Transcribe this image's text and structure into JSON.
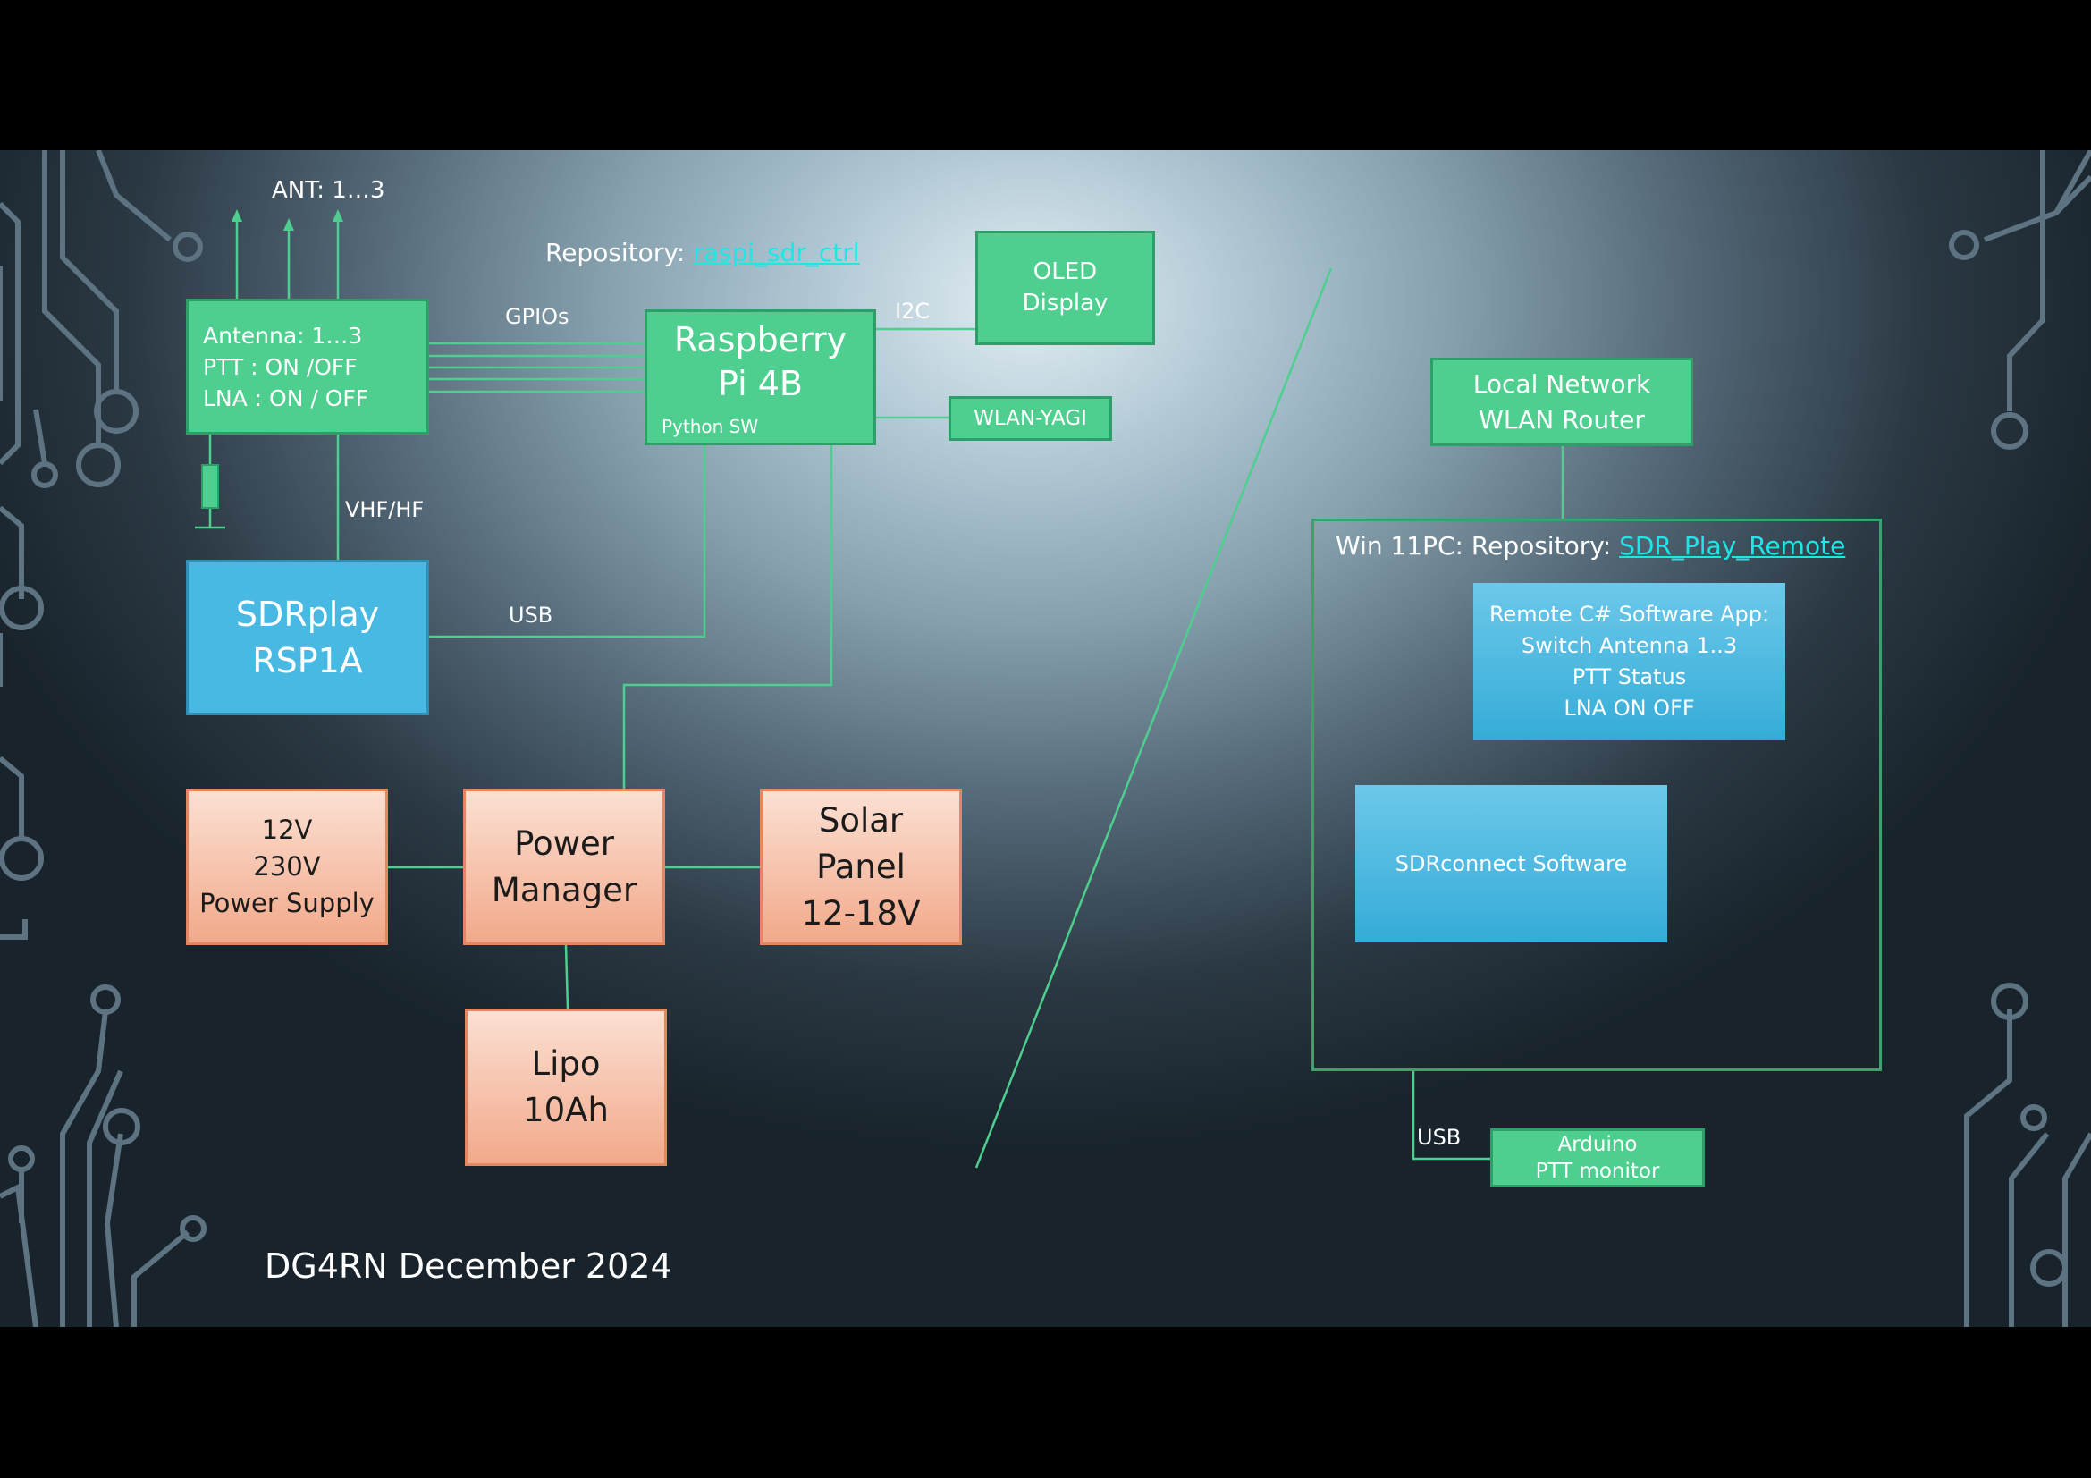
{
  "antenna_label": "ANT: 1…3",
  "repository_left": {
    "prefix": "Repository: ",
    "link": "raspi_sdr_ctrl"
  },
  "switch_box": {
    "line1": "Antenna: 1…3",
    "line2": "PTT : ON /OFF",
    "line3": "LNA : ON / OFF"
  },
  "labels": {
    "gpios": "GPIOs",
    "i2c": "I2C",
    "vhf_hf": "VHF/HF",
    "usb_left": "USB",
    "usb_right": "USB"
  },
  "raspberry": {
    "line1": "Raspberry",
    "line2": "Pi 4B",
    "sub": "Python SW"
  },
  "oled": {
    "line1": "OLED",
    "line2": "Display"
  },
  "wlan_yagi": "WLAN-YAGI",
  "sdrplay": {
    "line1": "SDRplay",
    "line2": "RSP1A"
  },
  "power_supply": {
    "line1": "12V",
    "line2": "230V",
    "line3": "Power Supply"
  },
  "power_manager": {
    "line1": "Power",
    "line2": "Manager"
  },
  "solar": {
    "line1": "Solar",
    "line2": "Panel",
    "line3": "12-18V"
  },
  "lipo": {
    "line1": "Lipo",
    "line2": "10Ah"
  },
  "router": {
    "line1": "Local Network",
    "line2": "WLAN Router"
  },
  "pc": {
    "prefix": "Win 11PC: Repository: ",
    "link": "SDR_Play_Remote"
  },
  "remote_app": {
    "line1": "Remote C# Software App:",
    "line2": "Switch Antenna 1..3",
    "line3": "PTT Status",
    "line4": "LNA ON OFF"
  },
  "sdrconnect": "SDRconnect Software",
  "arduino": {
    "line1": "Arduino",
    "line2": "PTT monitor"
  },
  "footer": "DG4RN December 2024",
  "colors": {
    "green": "#4ecf8f",
    "blue": "#47b9e3",
    "salmon": "#f2a98a",
    "link": "#1fe6e6",
    "wire": "#4ecf8f"
  }
}
